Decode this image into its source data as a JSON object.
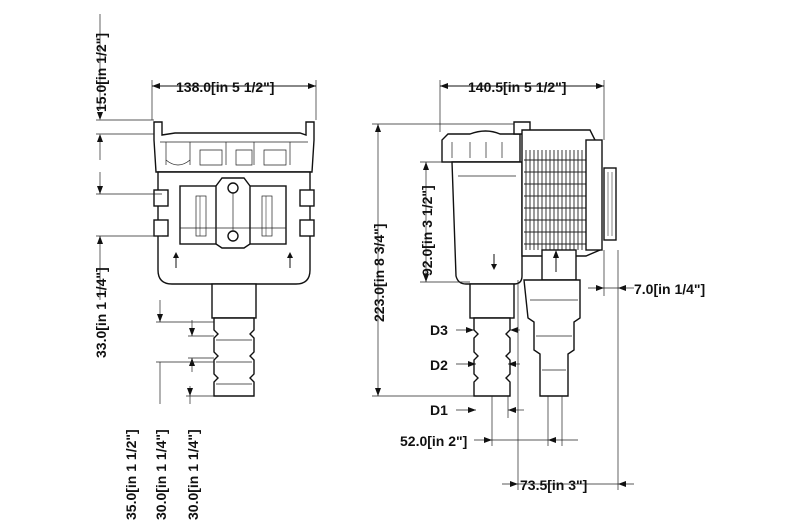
{
  "drawing": {
    "front_view": {
      "width_label": "138.0[in 5 1/2\"]",
      "top_offset_label": "15.0[in  1/2\"]",
      "body_label": "33.0[in 1 1/4\"]",
      "barb_labels": [
        "35.0[in 1 1/2\"]",
        "30.0[in 1 1/4\"]",
        "30.0[in 1 1/4\"]"
      ]
    },
    "side_view": {
      "width_label": "140.5[in 5 1/2\"]",
      "height_label": "223.0[in 8 3/4\"]",
      "upper_label": "92.0[in 3 1/2\"]",
      "offset_label": "7.0[in  1/4\"]",
      "outlet_label": "52.0[in 2\"]",
      "depth_label": "73.5[in 3\"]",
      "diameter_labels": [
        "D3",
        "D2",
        "D1"
      ]
    }
  }
}
